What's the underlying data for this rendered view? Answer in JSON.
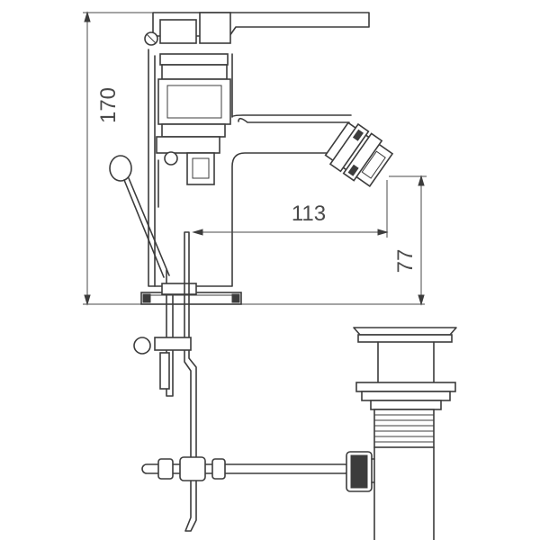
{
  "dimensions": {
    "height_total": "170",
    "spout_reach": "113",
    "spout_height": "77"
  },
  "colors": {
    "line": "#3c3c3c",
    "background": "#ffffff"
  }
}
